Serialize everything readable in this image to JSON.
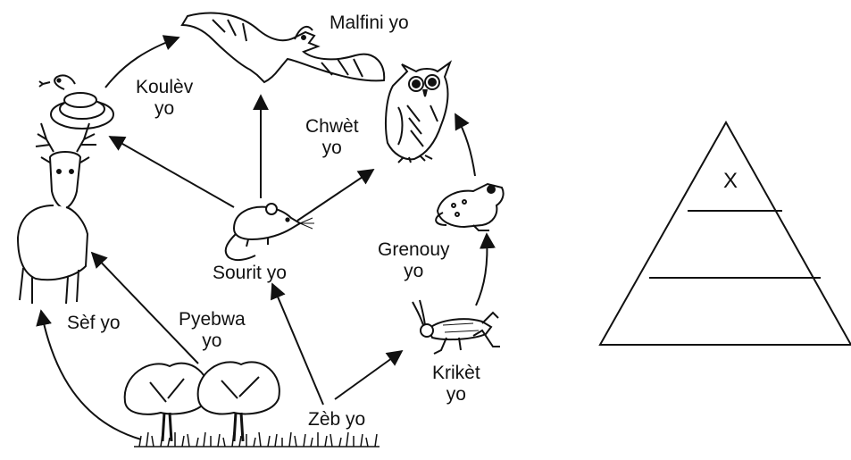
{
  "food_web": {
    "organisms": {
      "eagle": "Malfini yo",
      "snake_line1": "Koulèv",
      "snake_line2": "yo",
      "owl_line1": "Chwèt",
      "owl_line2": "yo",
      "mouse": "Sourit yo",
      "frog_line1": "Grenouy",
      "frog_line2": "yo",
      "deer": "Sèf yo",
      "trees_line1": "Pyebwa",
      "trees_line2": "yo",
      "cricket_line1": "Krikèt",
      "cricket_line2": "yo",
      "grass": "Zèb yo"
    },
    "links": [
      [
        "snake",
        "eagle"
      ],
      [
        "mouse",
        "eagle"
      ],
      [
        "mouse",
        "snake"
      ],
      [
        "mouse",
        "owl"
      ],
      [
        "frog",
        "owl"
      ],
      [
        "cricket",
        "frog"
      ],
      [
        "grass",
        "cricket"
      ],
      [
        "grass",
        "mouse"
      ],
      [
        "trees",
        "deer"
      ],
      [
        "grass",
        "deer"
      ]
    ]
  },
  "pyramid": {
    "levels": 3,
    "top_label": "X"
  }
}
